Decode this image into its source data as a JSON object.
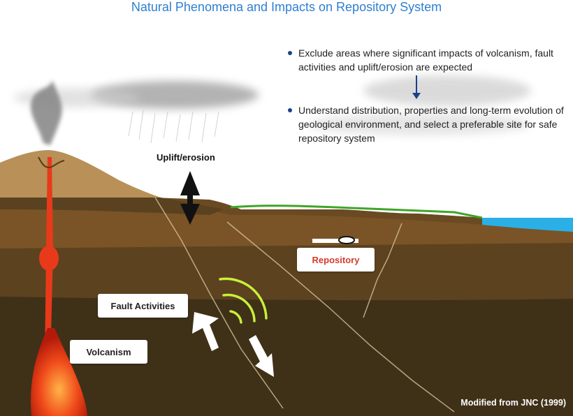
{
  "title": "Natural Phenomena and Impacts on Repository System",
  "bullets": [
    "Exclude areas where significant impacts of volcanism, fault activities and uplift/erosion are expected",
    "Understand distribution, properties and long-term evolution of geological environment, and select a preferable site for safe repository system"
  ],
  "labels": {
    "uplift": "Uplift/erosion",
    "repository": "Repository",
    "fault": "Fault Activities",
    "volcanism": "Volcanism"
  },
  "credit": "Modified from JNC (1999)",
  "colors": {
    "title": "#2f7fd0",
    "repository_text": "#d43b2b",
    "seismic_waves": "#c7f03a",
    "magma": "#e83a1a",
    "sea": "#2ab0e6",
    "grass": "#3fa52a"
  }
}
